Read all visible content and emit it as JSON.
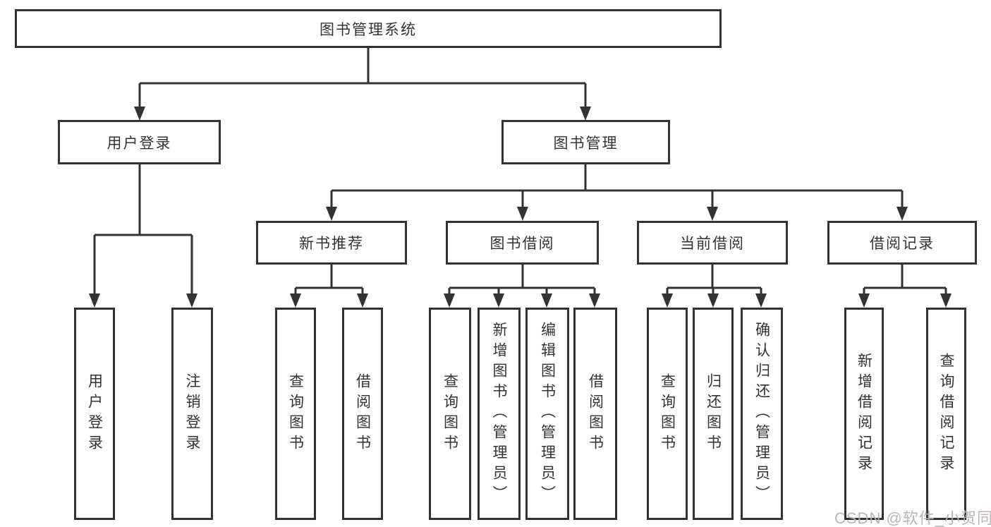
{
  "colors": {
    "line": "#333333",
    "text": "#333333",
    "box_background": "#ffffff",
    "page_background": "#ffffff",
    "watermark": "#b8b0b3"
  },
  "watermark": {
    "text": "CSDN @软件_小贺同学"
  },
  "tree": {
    "label": "图书管理系统",
    "children": [
      {
        "label": "用户登录",
        "children": [
          {
            "label": "用户登录"
          },
          {
            "label": "注销登录"
          }
        ]
      },
      {
        "label": "图书管理",
        "children": [
          {
            "label": "新书推荐",
            "children": [
              {
                "label": "查询图书"
              },
              {
                "label": "借阅图书"
              }
            ]
          },
          {
            "label": "图书借阅",
            "children": [
              {
                "label": "查询图书"
              },
              {
                "label": "新增图书（管理员）"
              },
              {
                "label": "编辑图书（管理员）"
              },
              {
                "label": "借阅图书"
              }
            ]
          },
          {
            "label": "当前借阅",
            "children": [
              {
                "label": "查询图书"
              },
              {
                "label": "归还图书"
              },
              {
                "label": "确认归还（管理员）"
              }
            ]
          },
          {
            "label": "借阅记录",
            "children": [
              {
                "label": "新增借阅记录"
              },
              {
                "label": "查询借阅记录"
              }
            ]
          }
        ]
      }
    ]
  }
}
